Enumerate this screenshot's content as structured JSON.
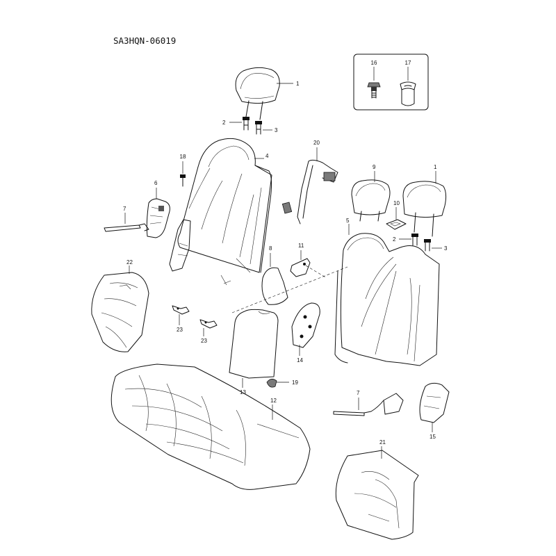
{
  "title": "SA3HQN-06019",
  "callouts": {
    "c1a": "1",
    "c2a": "2",
    "c3a": "3",
    "c4": "4",
    "c5": "5",
    "c6": "6",
    "c7a": "7",
    "c7b": "7",
    "c8": "8",
    "c9": "9",
    "c10": "10",
    "c11": "11",
    "c12": "12",
    "c13": "13",
    "c14": "14",
    "c15": "15",
    "c16": "16",
    "c17": "17",
    "c18": "18",
    "c19": "19",
    "c20": "20",
    "c21": "21",
    "c22": "22",
    "c23a": "23",
    "c23b": "23",
    "c1b": "1",
    "c2b": "2",
    "c3b": "3"
  }
}
